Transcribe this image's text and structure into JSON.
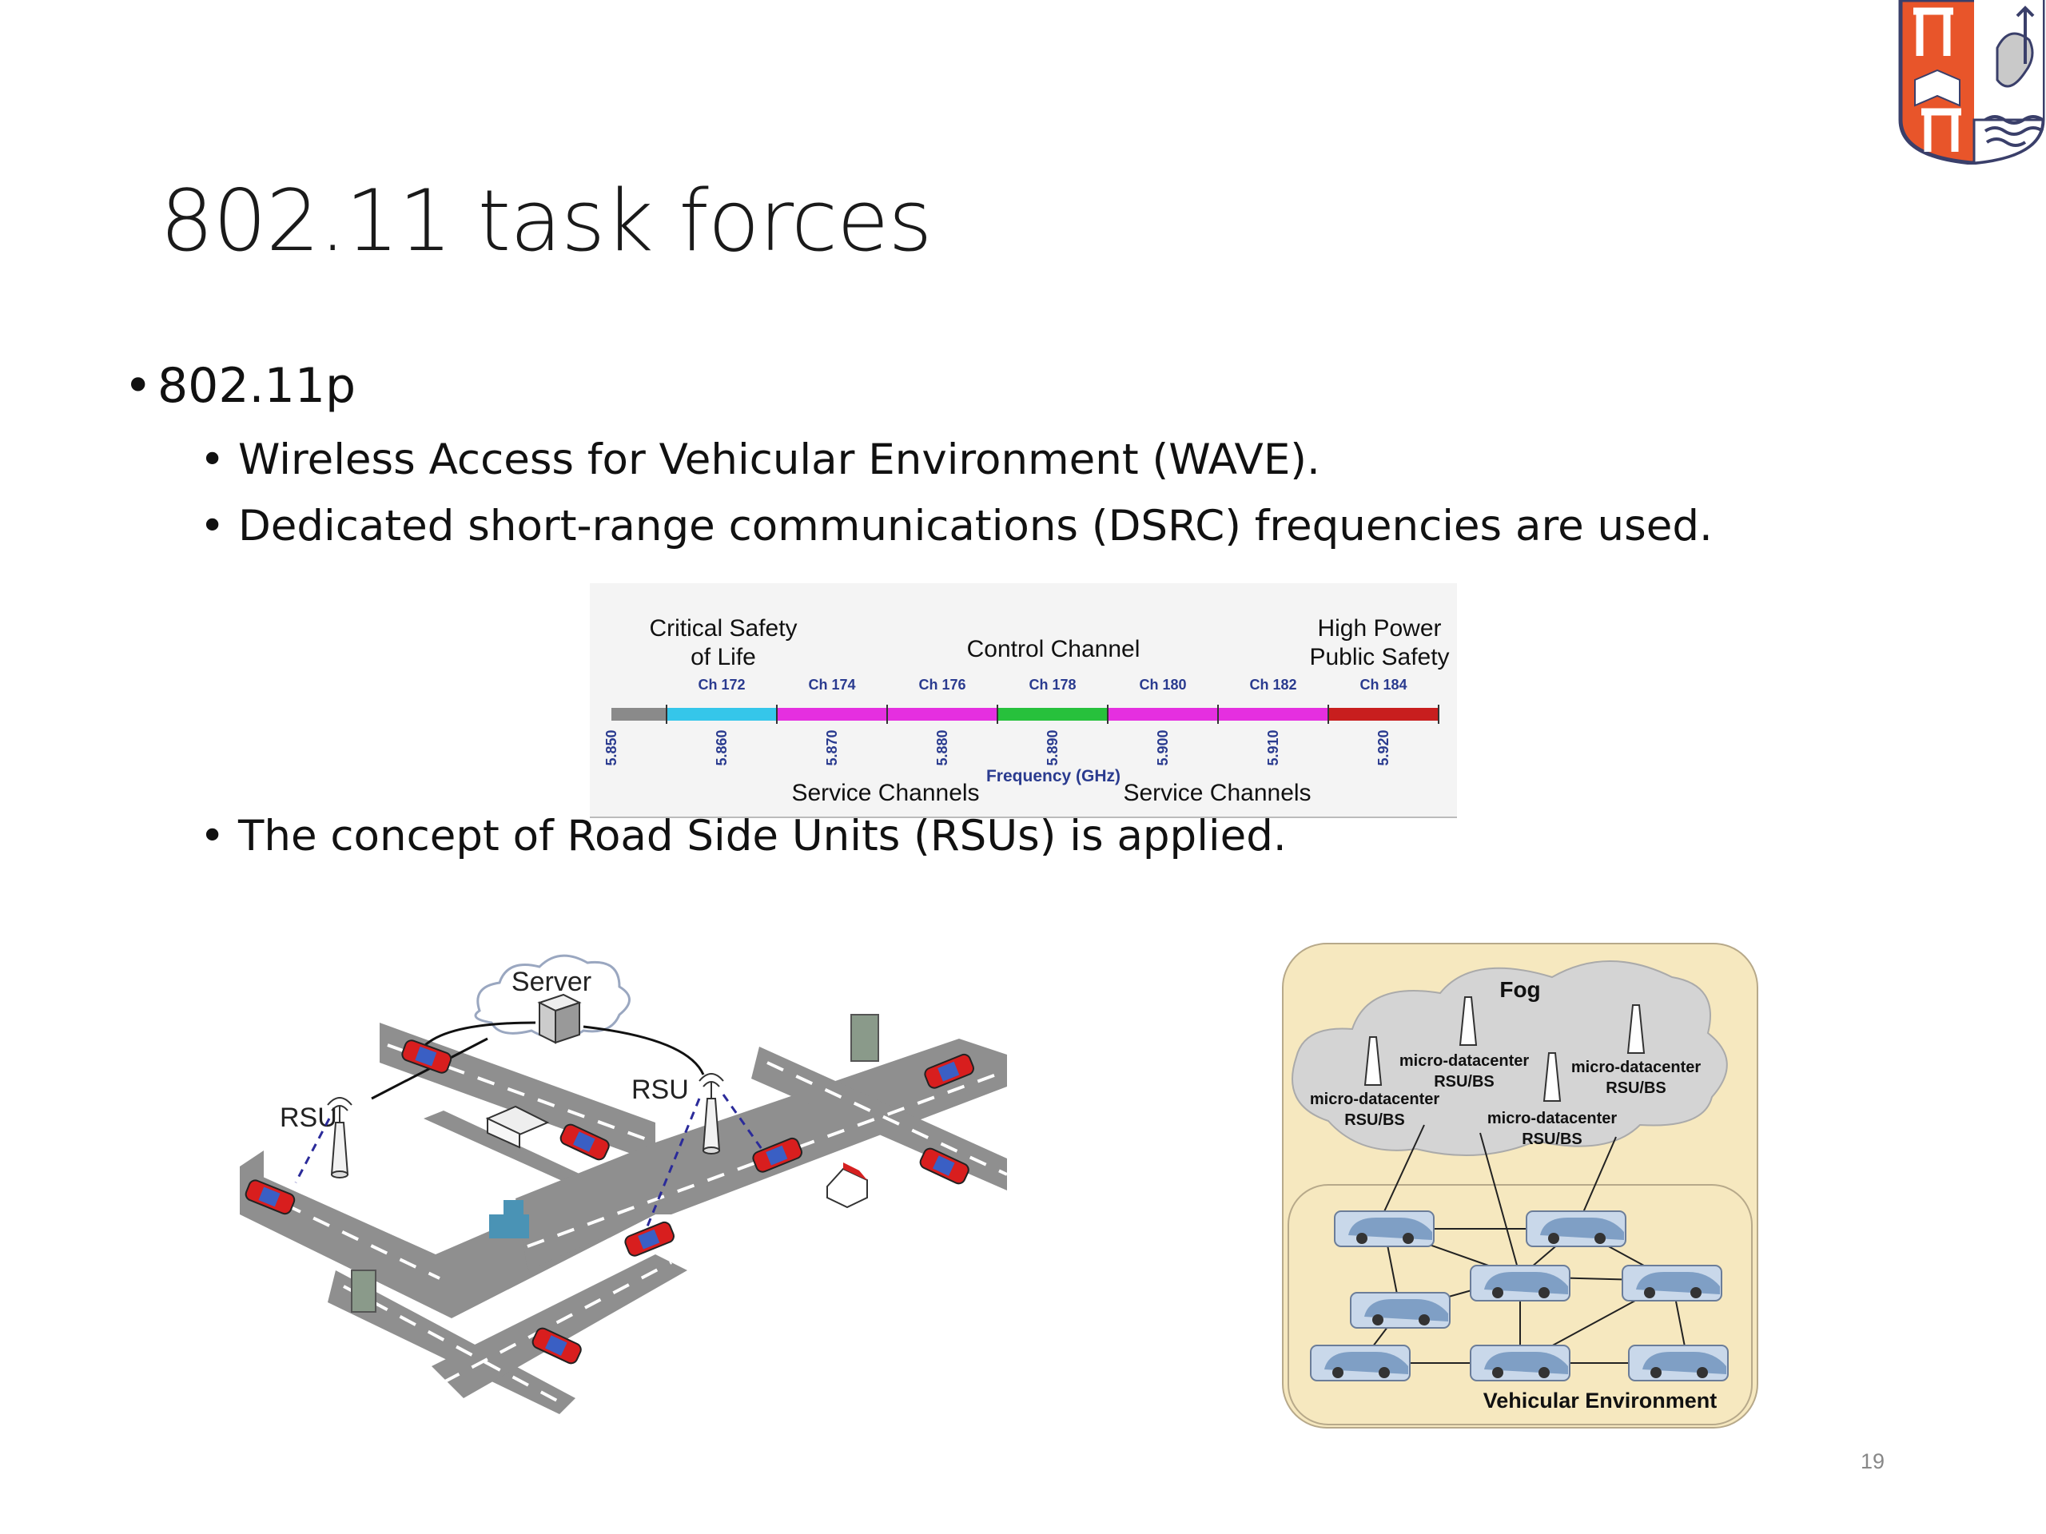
{
  "slide": {
    "title": "802.11 task forces",
    "bullet_main": "802.11p",
    "sub_bullets": [
      "Wireless Access for Vehicular Environment (WAVE).",
      "Dedicated short-range communications (DSRC) frequencies are used.",
      "The concept of Road Side Units (RSUs) is applied."
    ],
    "page_number": "19"
  },
  "spectrum": {
    "labels": {
      "critical_1": "Critical Safety",
      "critical_2": "of Life",
      "control": "Control Channel",
      "high_1": "High Power",
      "high_2": "Public Safety",
      "service_left": "Service Channels",
      "service_right": "Service Channels",
      "axis": "Frequency (GHz)"
    },
    "channels": [
      {
        "name": "Ch 172",
        "color": "#35c6ea"
      },
      {
        "name": "Ch 174",
        "color": "#e52fe0"
      },
      {
        "name": "Ch 176",
        "color": "#e52fe0"
      },
      {
        "name": "Ch 178",
        "color": "#27c13c"
      },
      {
        "name": "Ch 180",
        "color": "#e52fe0"
      },
      {
        "name": "Ch 182",
        "color": "#e52fe0"
      },
      {
        "name": "Ch 184",
        "color": "#c81e1e"
      }
    ],
    "guard_color": "#8a8a8a",
    "frequencies": [
      "5.850",
      "5.860",
      "5.870",
      "5.880",
      "5.890",
      "5.900",
      "5.910",
      "5.920"
    ]
  },
  "rsu_diagram": {
    "server_label": "Server",
    "rsu_left": "RSU",
    "rsu_right": "RSU"
  },
  "fog_diagram": {
    "fog_label": "Fog",
    "nodes": [
      {
        "l1": "micro-datacenter",
        "l2": "RSU/BS"
      },
      {
        "l1": "micro-datacenter",
        "l2": "RSU/BS"
      },
      {
        "l1": "micro-datacenter",
        "l2": "RSU/BS"
      },
      {
        "l1": "micro-datacenter",
        "l2": "RSU/BS"
      }
    ],
    "vehicular_label": "Vehicular Environment"
  }
}
